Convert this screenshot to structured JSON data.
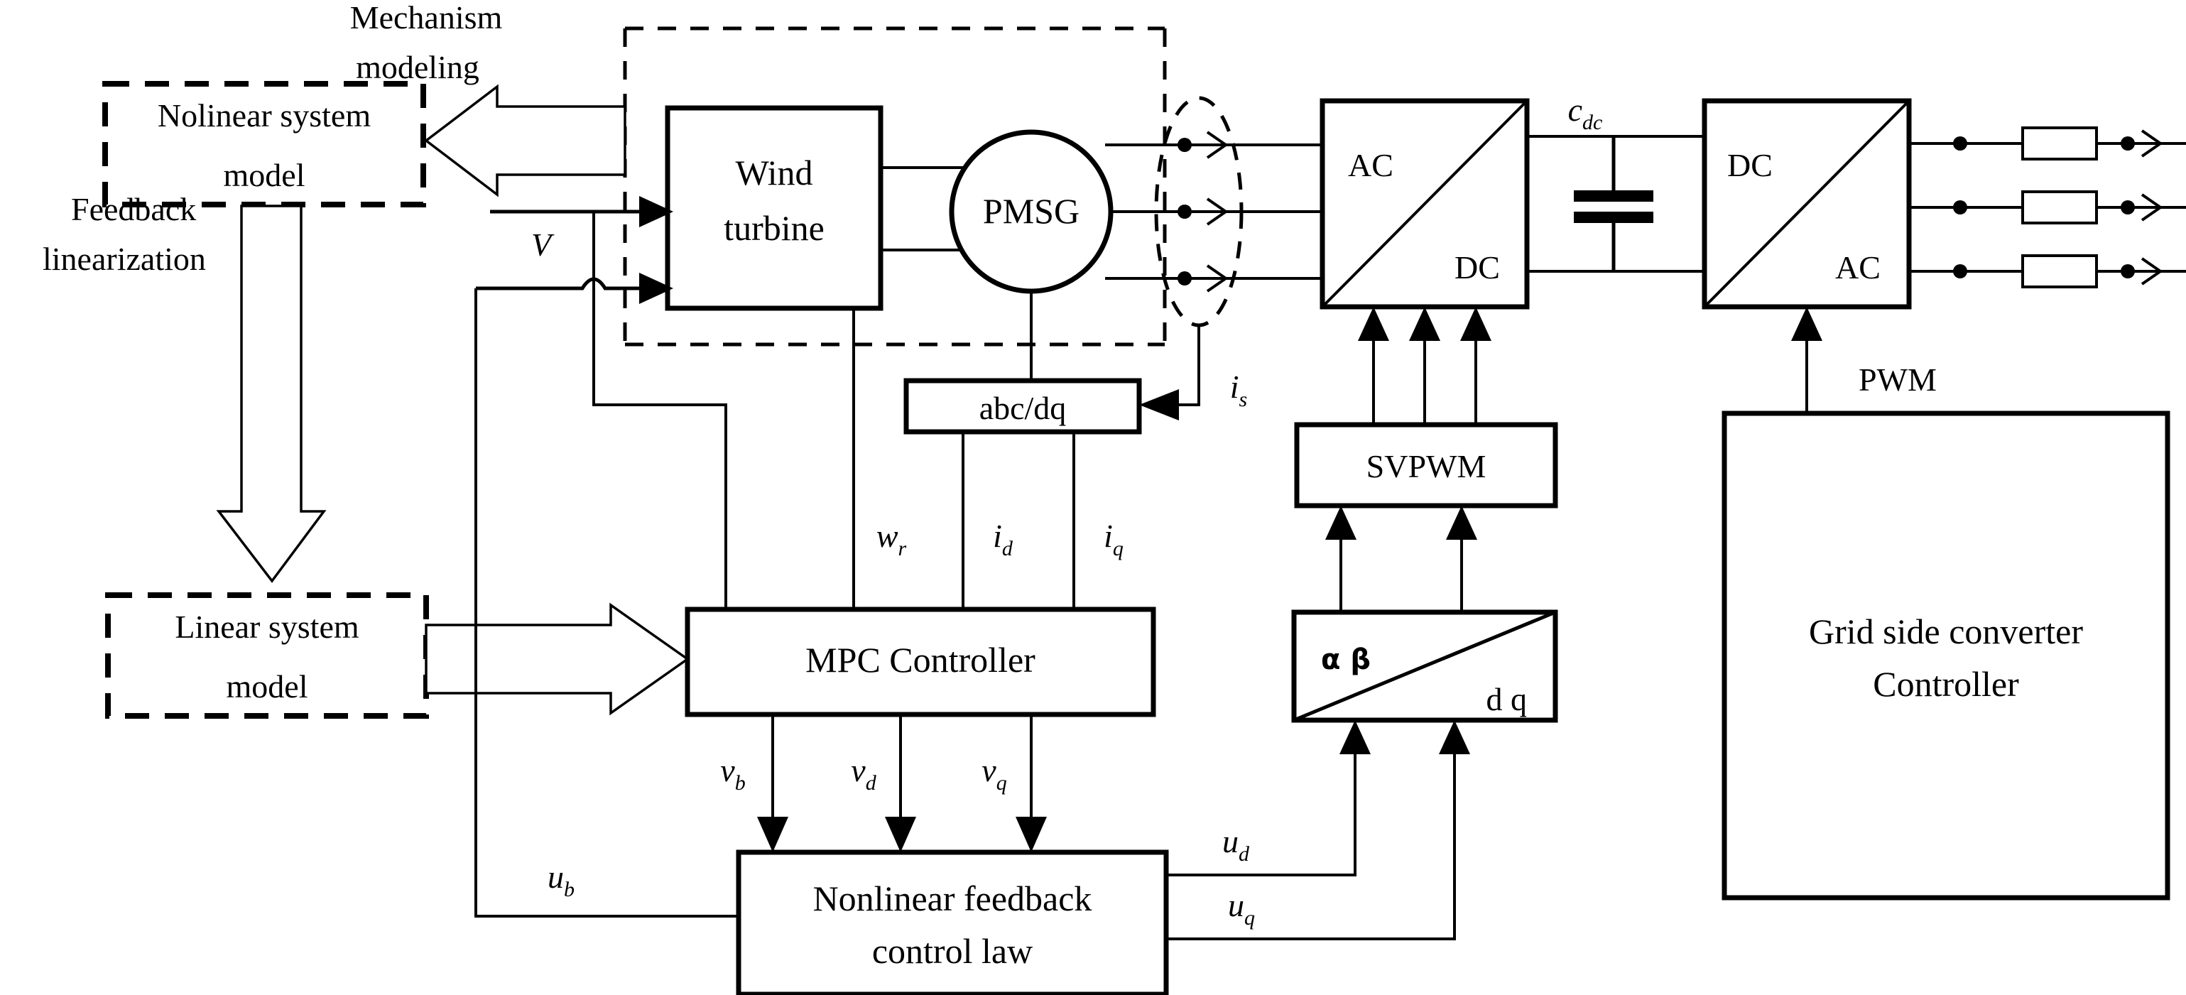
{
  "diagram": {
    "title": "PMSG wind turbine MPC control block diagram",
    "blocks": {
      "nonlinear_system_model": "Nolinear system\nmodel",
      "nonlinear_system_model_line1": "Nolinear system",
      "nonlinear_system_model_line2": "model",
      "linear_system_model_line1": "Linear system",
      "linear_system_model_line2": "model",
      "wind_turbine_line1": "Wind",
      "wind_turbine_line2": "turbine",
      "pmsg": "PMSG",
      "abc_dq": "abc/dq",
      "mpc_controller": "MPC Controller",
      "nonlinear_feedback_line1": "Nonlinear feedback",
      "nonlinear_feedback_line2": "control law",
      "svpwm": "SVPWM",
      "grid_controller_line1": "Grid side converter",
      "grid_controller_line2": "Controller",
      "converter1_top": "AC",
      "converter1_bottom": "DC",
      "converter2_top": "DC",
      "converter2_bottom": "AC",
      "transform_left": "α  β",
      "transform_right": "d q"
    },
    "annotations": {
      "mechanism_modeling_line1": "Mechanism",
      "mechanism_modeling_line2": "modeling",
      "feedback_linearization_line1": "Feedback",
      "feedback_linearization_line2": "linearization",
      "pwm": "PWM"
    },
    "signals": {
      "wind_speed": {
        "base": "V",
        "sub": ""
      },
      "rotor_speed": {
        "base": "w",
        "sub": "r"
      },
      "current_d": {
        "base": "i",
        "sub": "d"
      },
      "current_q": {
        "base": "i",
        "sub": "q"
      },
      "stator_current": {
        "base": "i",
        "sub": "s"
      },
      "dc_capacitor": {
        "base": "c",
        "sub": "dc"
      },
      "voltage_b": {
        "base": "v",
        "sub": "b"
      },
      "voltage_d": {
        "base": "v",
        "sub": "d"
      },
      "voltage_q": {
        "base": "v",
        "sub": "q"
      },
      "control_b": {
        "base": "u",
        "sub": "b"
      },
      "control_d": {
        "base": "u",
        "sub": "d"
      },
      "control_q": {
        "base": "u",
        "sub": "q"
      }
    },
    "colors": {
      "stroke": "#000000",
      "background": "#ffffff"
    }
  }
}
